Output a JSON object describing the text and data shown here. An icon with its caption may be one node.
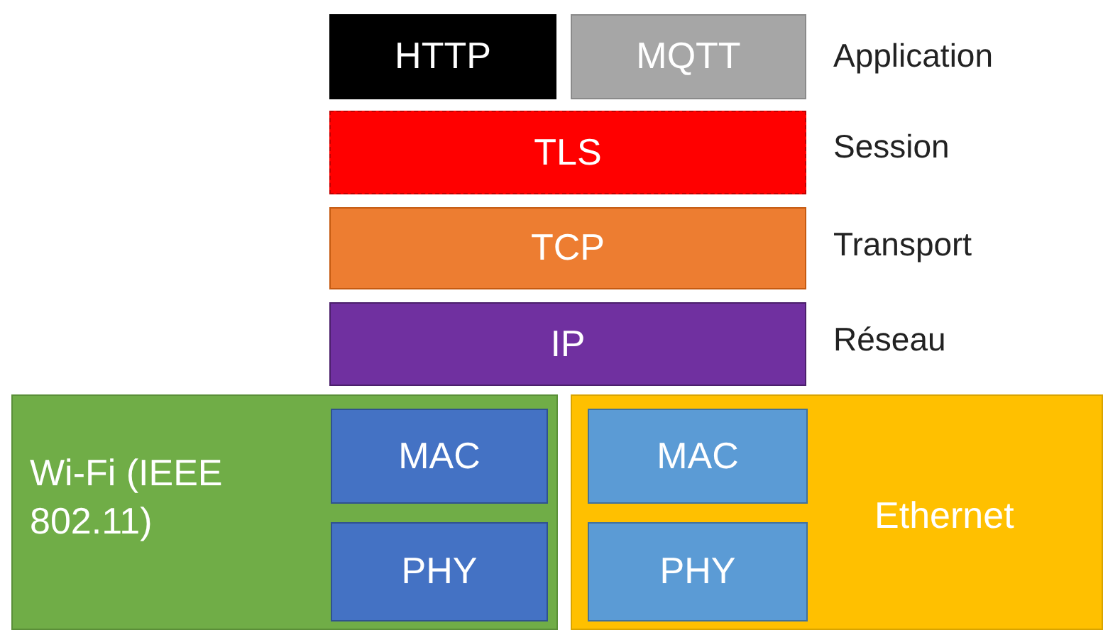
{
  "diagram": {
    "nodes": [
      {
        "text": [
          "HTTP"
        ]
      },
      {
        "text": [
          "MQTT"
        ]
      },
      {
        "text": [
          "TLS"
        ]
      },
      {
        "text": [
          "TCP"
        ]
      },
      {
        "text": [
          "IP"
        ]
      },
      {
        "text": [
          "Wi-Fi (IEEE 802.11)"
        ]
      },
      {
        "text": [
          "MAC"
        ],
        "in": 5
      },
      {
        "text": [
          "PHY"
        ],
        "in": 5
      },
      {
        "text": [
          "Ethernet"
        ]
      },
      {
        "text": [
          "MAC"
        ],
        "in": 8
      },
      {
        "text": [
          "PHY"
        ],
        "in": 8
      }
    ],
    "labels": [
      "Application",
      "Session",
      "Transport",
      "Réseau"
    ]
  }
}
